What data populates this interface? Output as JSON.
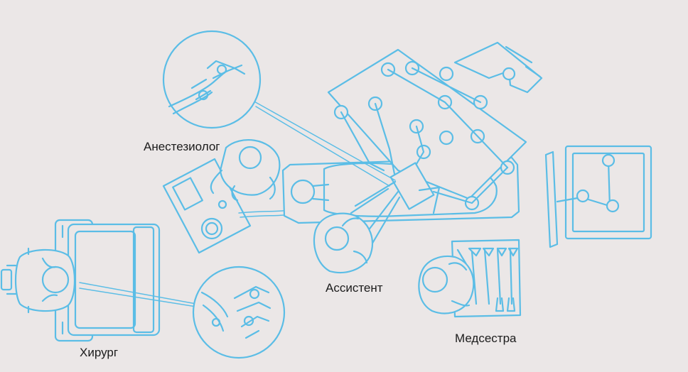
{
  "labels": {
    "anesthesiologist": "Анестезиолог",
    "surgeon": "Хирург",
    "assistant": "Ассистент",
    "nurse": "Медсестра"
  },
  "colors": {
    "background": "#ebe7e7",
    "line": "#5bbde6",
    "text": "#1c1c1c"
  }
}
